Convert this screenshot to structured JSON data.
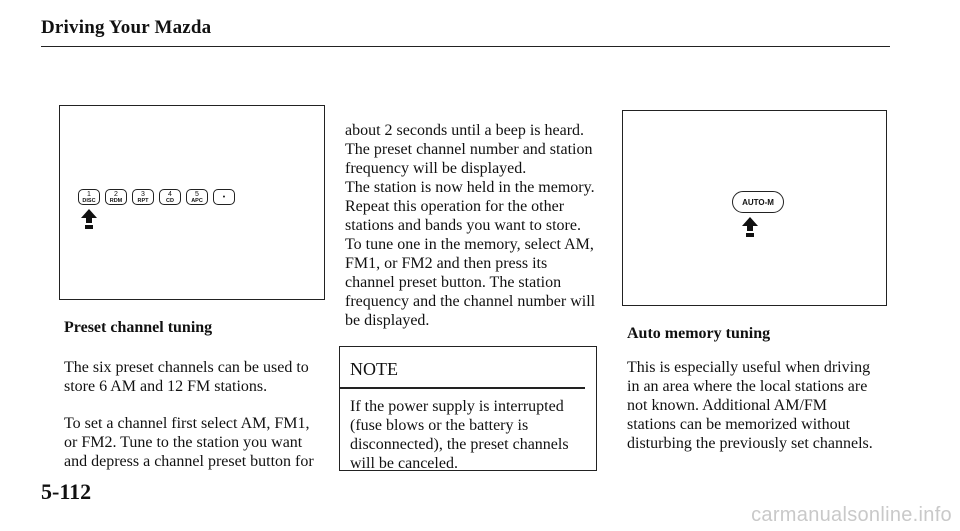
{
  "header": {
    "title": "Driving Your Mazda"
  },
  "figures": {
    "preset": {
      "buttons": [
        {
          "num": "1",
          "label": "DISC"
        },
        {
          "num": "2",
          "label": "RDM"
        },
        {
          "num": "3",
          "label": "RPT"
        },
        {
          "num": "4",
          "label": "CD"
        },
        {
          "num": "5",
          "label": "APC"
        },
        {
          "num": "6",
          "label": ""
        }
      ],
      "caption": "Preset channel tuning"
    },
    "auto": {
      "button_label": "AUTO-M",
      "caption": "Auto memory tuning"
    }
  },
  "left_column": {
    "para1": [
      "The six preset channels can be used to",
      "store 6 AM and 12 FM stations."
    ],
    "para2": [
      "To set a channel first select AM, FM1,",
      "or FM2. Tune to the station you want",
      "and depress a channel preset button for"
    ]
  },
  "middle_column": {
    "lines": [
      "about 2 seconds until a beep is heard.",
      "The preset channel number and station",
      "frequency will be displayed.",
      "The station is now held in the memory.",
      "Repeat this operation for the other",
      "stations and bands you want to store.",
      "To tune one in the memory, select AM,",
      "FM1, or FM2 and then press its",
      "channel preset button. The station",
      "frequency and the channel number will",
      "be displayed."
    ],
    "note": {
      "title": "NOTE",
      "lines": [
        "If the power supply is interrupted",
        "(fuse blows or the battery is",
        "disconnected), the preset channels",
        "will be canceled."
      ]
    }
  },
  "right_column": {
    "lines": [
      "This is especially useful when driving",
      "in an area where the local stations are",
      "not known. Additional AM/FM",
      "stations can be memorized without",
      "disturbing the previously set channels."
    ]
  },
  "footer": {
    "page_number": "5-112"
  },
  "watermark": {
    "text": "carmanualsonline.info"
  }
}
